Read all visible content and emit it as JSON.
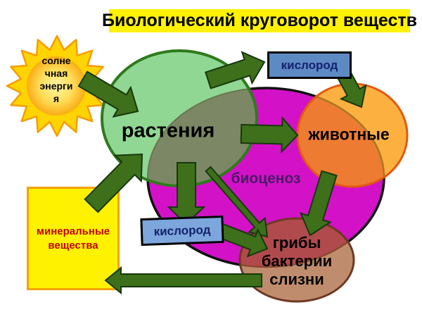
{
  "title": "Биологический круговорот веществ",
  "sun": {
    "lines": [
      "солне",
      "чная",
      "энерги",
      "я"
    ]
  },
  "nodes": {
    "plants": "растения",
    "animals": "животные",
    "biocenosis": "биоценоз",
    "decomposers": [
      "грибы",
      "бактерии",
      "слизни"
    ],
    "oxygen_top": "кислород",
    "oxygen_bottom": "кислород",
    "minerals": [
      "минеральные",
      "вещества"
    ]
  },
  "colors": {
    "title_bg": "#FFF200",
    "title_text": "#000000",
    "sun_star": "#FFD400",
    "sun_star_border": "#F59D00",
    "plants_fill": "#90D793",
    "plants_border": "#2F7A1D",
    "plants_biocenosis_overlap": "#7B8765",
    "biocenosis_fill": "#D311C7",
    "biocenosis_border": "#111111",
    "biocenosis_text": "#4A1A66",
    "animals_fill": "#FBB03F",
    "animals_overlap": "#ED7B31",
    "animals_border": "#E3590E",
    "decomposers_fill": "#BF8D6E",
    "decomposers_overlap": "#B04A4C",
    "decomposers_border": "#6E3823",
    "arrow_fill": "#3E701B",
    "arrow_border": "#16380C",
    "oxygen_top_box": "#5E8AC3",
    "oxygen_bottom_box": "#7DA7DC",
    "oxygen_text": "#14216E",
    "minerals_box": "#FFF200",
    "minerals_border": "#F2A202",
    "minerals_text": "#C00000"
  }
}
